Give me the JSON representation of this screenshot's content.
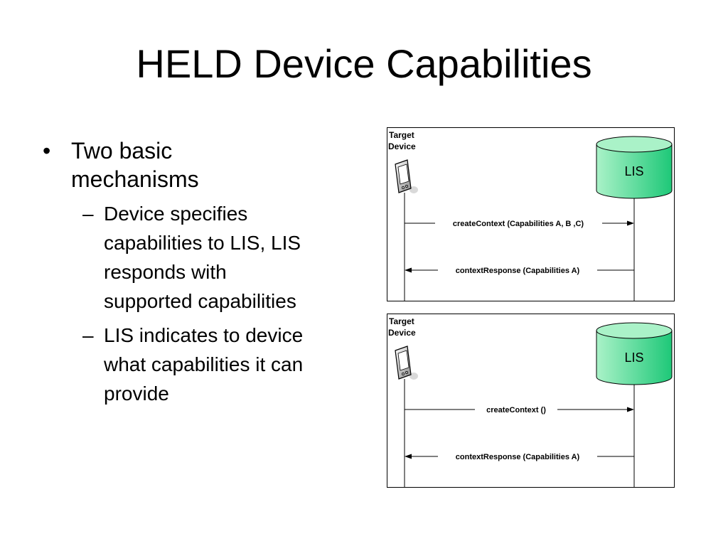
{
  "title": "HELD Device Capabilities",
  "bullets": [
    {
      "text": "Two basic mechanisms",
      "line1": "Two basic",
      "line2": "mechanisms",
      "sub": [
        {
          "text": "Device specifies capabilities to LIS, LIS responds with supported capabilities",
          "lines": [
            "Device specifies",
            "capabilities to LIS, LIS",
            "responds with",
            "supported capabilities"
          ]
        },
        {
          "text": "LIS indicates to device what capabilities it can provide",
          "lines": [
            "LIS indicates to device",
            "what capabilities it can",
            "provide"
          ]
        }
      ]
    }
  ],
  "bullet_marks": {
    "level1": "•",
    "level2": "–"
  },
  "diagrams": [
    {
      "device_label_line1": "Target",
      "device_label_line2": "Device",
      "server_label": "LIS",
      "request": "createContext (Capabilities A, B ,C)",
      "response": "contextResponse (Capabilities A)"
    },
    {
      "device_label_line1": "Target",
      "device_label_line2": "Device",
      "server_label": "LIS",
      "request": "createContext ()",
      "response": "contextResponse (Capabilities A)"
    }
  ],
  "colors": {
    "cylinder_fill": "#aaf2c8",
    "cylinder_fill_dark": "#1ec878",
    "stroke": "#000000"
  },
  "icons": [
    "pda-device-icon",
    "database-cylinder-icon"
  ]
}
